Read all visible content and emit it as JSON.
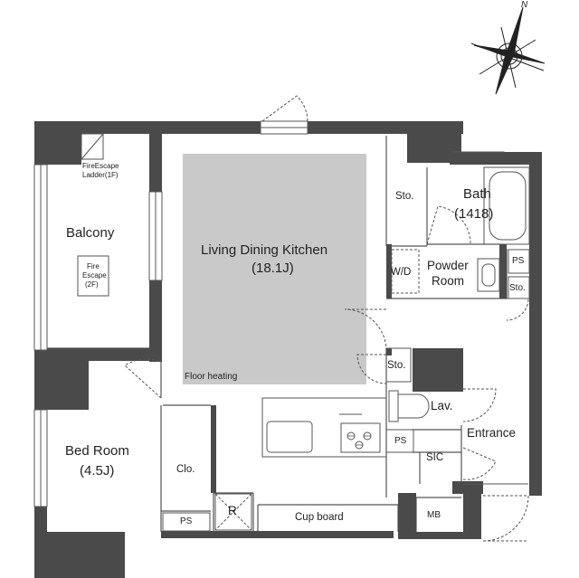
{
  "compass": {
    "north_label": "N"
  },
  "rooms": {
    "ldk": {
      "name": "Living Dining Kitchen",
      "size": "(18.1J)"
    },
    "floor_heating": "Floor heating",
    "balcony": "Balcony",
    "fire_escape_ladder": {
      "line1": "FireEscape",
      "line2": "Ladder(1F)"
    },
    "fire_escape": {
      "line1": "Fire",
      "line2": "Escape",
      "line3": "(2F)"
    },
    "bedroom": {
      "name": "Bed Room",
      "size": "(4.5J)"
    },
    "closet": "Clo.",
    "ps_bedroom": "PS",
    "refrigerator": "R",
    "cupboard": "Cup board",
    "storage_upper": "Sto.",
    "bath": {
      "name": "Bath",
      "size": "(1418)"
    },
    "ps_bath": "PS",
    "storage_bath": "Sto.",
    "washer": "W/D",
    "powder_room": {
      "line1": "Powder",
      "line2": "Room"
    },
    "storage_mid": "Sto.",
    "lavatory": "Lav.",
    "ps_entrance": "PS",
    "entrance": "Entrance",
    "sic": "SIC",
    "mb": "MB"
  },
  "colors": {
    "wall": "#4a4a4a",
    "floor": "#c9c9c9",
    "line": "#555555"
  }
}
